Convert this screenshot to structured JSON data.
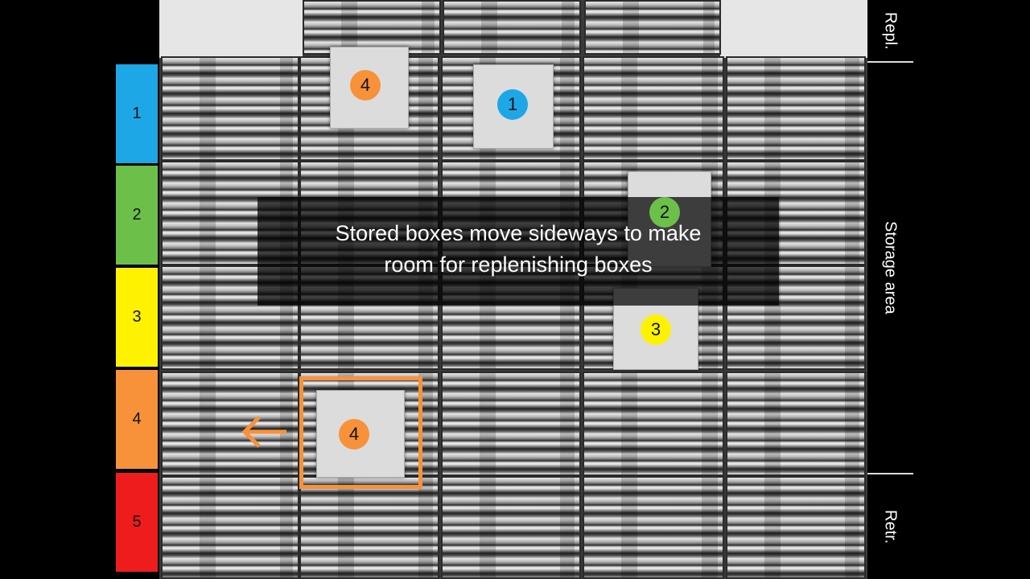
{
  "legend": {
    "items": [
      {
        "label": "1",
        "color": "#1ea7e6"
      },
      {
        "label": "2",
        "color": "#6cc04a"
      },
      {
        "label": "3",
        "color": "#fff200"
      },
      {
        "label": "4",
        "color": "#f7923a"
      },
      {
        "label": "5",
        "color": "#ee1c1c"
      }
    ]
  },
  "boxes": [
    {
      "label": "4",
      "color": "#f7923a"
    },
    {
      "label": "1",
      "color": "#1ea7e6"
    },
    {
      "label": "2",
      "color": "#6cc04a"
    },
    {
      "label": "3",
      "color": "#fff200"
    },
    {
      "label": "4",
      "color": "#f7923a"
    }
  ],
  "caption": {
    "line1": "Stored boxes move sideways to make",
    "line2": "room for replenishing boxes"
  },
  "zones": {
    "top": "Repl.",
    "middle": "Storage area",
    "bottom": "Retr."
  },
  "highlight_color": "#f7923a",
  "arrow_icon": "arrow-left-icon"
}
